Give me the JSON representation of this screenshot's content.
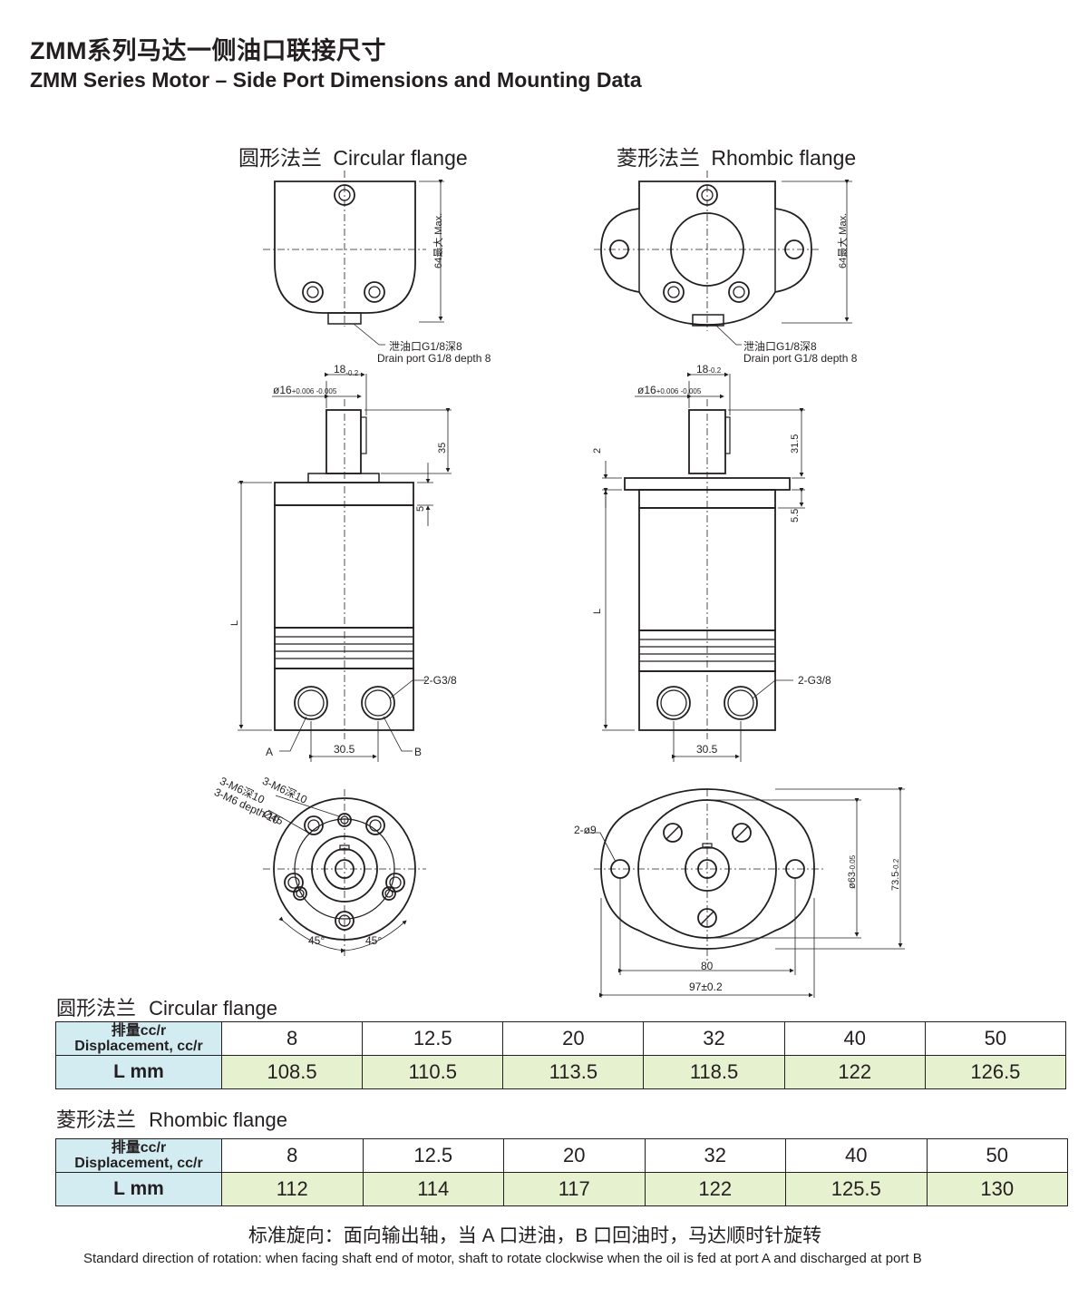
{
  "header": {
    "title_cn": "ZMM系列马达一侧油口联接尺寸",
    "title_en": "ZMM Series Motor – Side Port Dimensions and Mounting Data"
  },
  "drawings": {
    "circular_label_cn": "圆形法兰",
    "circular_label_en": "Circular flange",
    "rhombic_label_cn": "菱形法兰",
    "rhombic_label_en": "Rhombic flange",
    "max_64_cn": "64最大",
    "max_64_en": "Max.",
    "drain_cn": "泄油口G1/8深8",
    "drain_en": "Drain port G1/8 depth 8",
    "dim_18": "18",
    "dim_18_tol": "0",
    "dim_18_tol2": "-0.2",
    "dim_16": "ø16",
    "dim_16_tol": "+0.006",
    "dim_16_tol2": "-0.005",
    "dim_35": "35",
    "dim_5": "5",
    "dim_L": "L",
    "dim_2": "2",
    "dim_31_5": "31.5",
    "dim_5_5": "5.5",
    "port_g38": "2-G3/8",
    "port_a": "A",
    "port_b": "B",
    "dim_30_5": "30.5",
    "m6_cn": "3-M6深10",
    "m6_en": "3-M6 depth 10",
    "dia_45": "Ø45",
    "ang_45": "45°",
    "hole_2_9": "2-ø9",
    "dia_63": "ø63",
    "dia_63_tol": "0",
    "dia_63_tol2": "-0.05",
    "dim_73_5": "73.5",
    "dim_73_5_tol": "0",
    "dim_73_5_tol2": "-0.2",
    "dim_80": "80",
    "dim_97": "97±0.2"
  },
  "tables": {
    "circular": {
      "title_cn": "圆形法兰",
      "title_en": "Circular flange",
      "header_cn": "排量cc/r",
      "header_en": "Displacement, cc/r",
      "row_label": "L mm",
      "displacement": [
        "8",
        "12.5",
        "20",
        "32",
        "40",
        "50"
      ],
      "length": [
        "108.5",
        "110.5",
        "113.5",
        "118.5",
        "122",
        "126.5"
      ]
    },
    "rhombic": {
      "title_cn": "菱形法兰",
      "title_en": "Rhombic flange",
      "header_cn": "排量cc/r",
      "header_en": "Displacement, cc/r",
      "row_label": "L mm",
      "displacement": [
        "8",
        "12.5",
        "20",
        "32",
        "40",
        "50"
      ],
      "length": [
        "112",
        "114",
        "117",
        "122",
        "125.5",
        "130"
      ]
    }
  },
  "footer": {
    "note_cn": "标准旋向：面向输出轴，当 A 口进油，B 口回油时，马达顺时针旋转",
    "note_en": "Standard direction of rotation: when facing shaft end of motor, shaft to rotate clockwise when  the oil is fed at port A and discharged at port B"
  },
  "colors": {
    "ink": "#231f20",
    "header_cell": "#d2ecf1",
    "value_cell": "#e6f1cf"
  }
}
